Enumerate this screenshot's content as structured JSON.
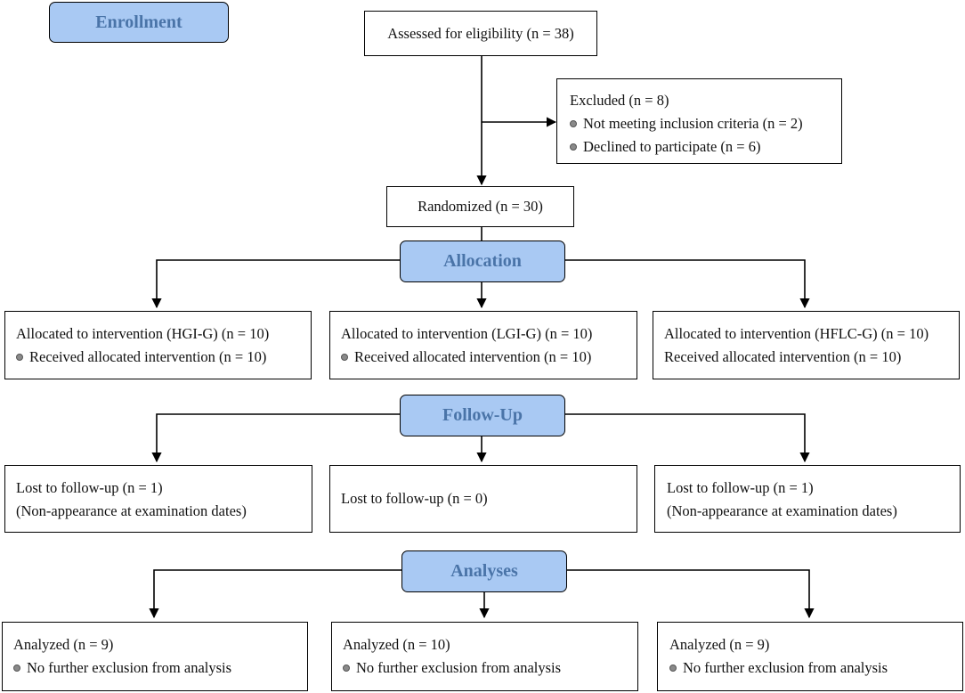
{
  "stages": {
    "enrollment": "Enrollment",
    "allocation": "Allocation",
    "follow_up": "Follow-Up",
    "analyses": "Analyses"
  },
  "assessed": "Assessed for eligibility (n = 38)",
  "excluded": {
    "title": "Excluded (n = 8)",
    "items": [
      "Not meeting inclusion criteria (n = 2)",
      "Declined to participate (n = 6)"
    ]
  },
  "randomized": "Randomized (n = 30)",
  "allocation": [
    {
      "title": "Allocated to intervention (HGI-G) (n = 10)",
      "detail": "Received allocated intervention (n = 10)"
    },
    {
      "title": "Allocated to intervention (LGI-G) (n = 10)",
      "detail": "Received allocated intervention (n = 10)"
    },
    {
      "title": "Allocated to intervention (HFLC-G) (n = 10)",
      "detail": "Received allocated intervention (n = 10)"
    }
  ],
  "follow_up": [
    {
      "title": "Lost to follow-up (n = 1)",
      "detail": "(Non-appearance at examination dates)"
    },
    {
      "title": "Lost to follow-up (n = 0)"
    },
    {
      "title": "Lost to follow-up (n = 1)",
      "detail": "(Non-appearance at examination dates)"
    }
  ],
  "analysis": [
    {
      "title": "Analyzed (n = 9)",
      "detail": "No further exclusion from analysis"
    },
    {
      "title": "Analyzed (n = 10)",
      "detail": "No further exclusion from analysis"
    },
    {
      "title": "Analyzed (n = 9)",
      "detail": "No further exclusion from analysis"
    }
  ],
  "colors": {
    "stage_fill": "#a9c9f3",
    "stage_text": "#4a74a8",
    "line": "#000000"
  }
}
